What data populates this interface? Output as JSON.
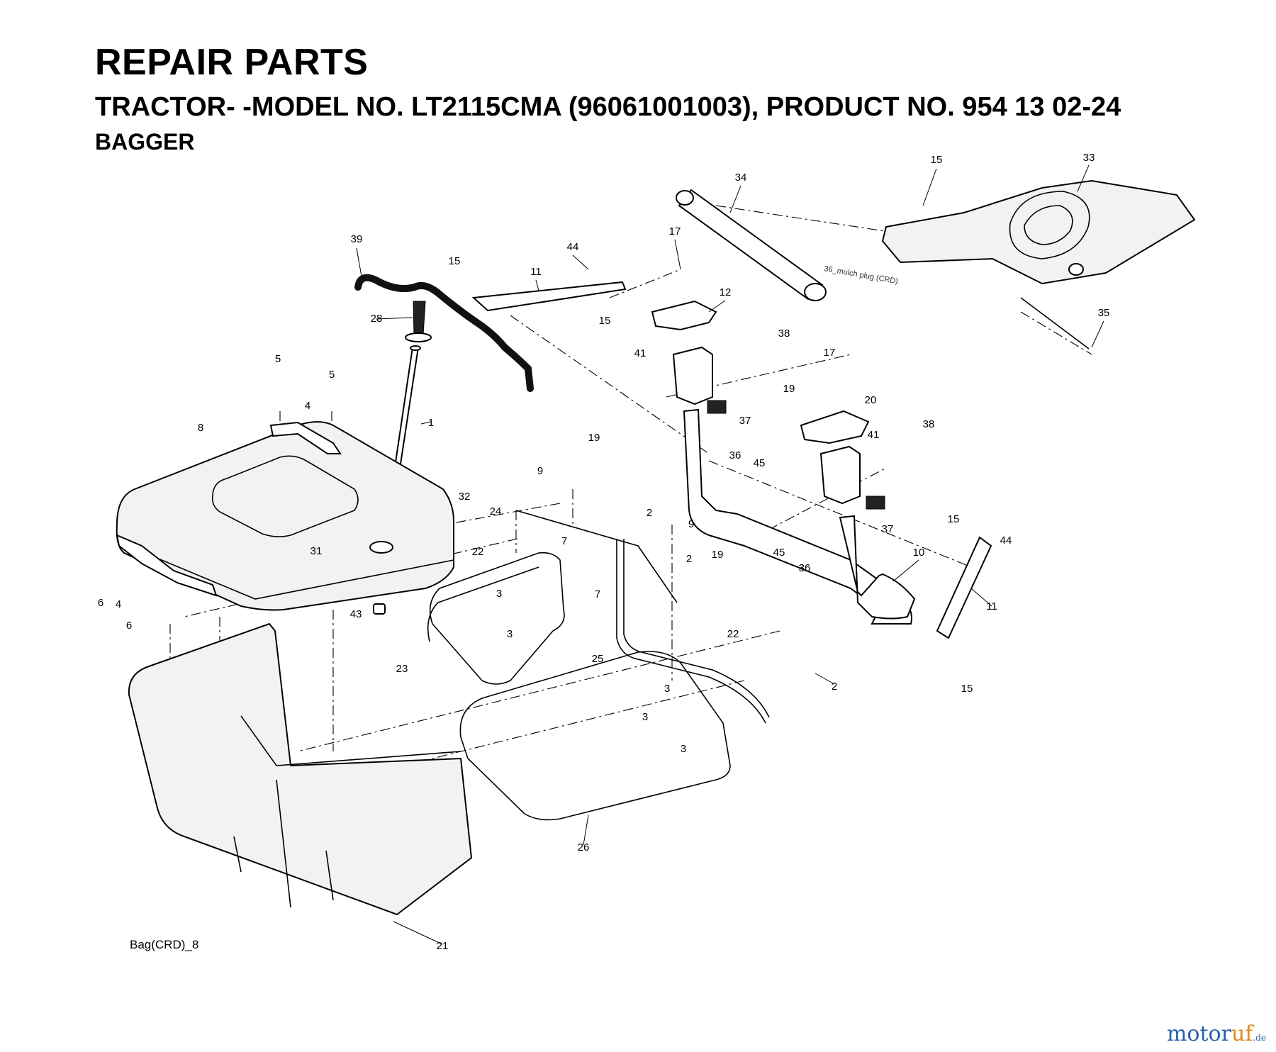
{
  "header": {
    "title": "REPAIR PARTS",
    "model_line": "TRACTOR- -MODEL NO. LT2115CMA (96061001003), PRODUCT NO. 954 13 02-24",
    "section": "BAGGER"
  },
  "diagram": {
    "drawing_code": "Bag(CRD)_8",
    "note": "36_mulch plug (CRD)",
    "callouts": [
      "34",
      "15",
      "33",
      "39",
      "44",
      "15",
      "11",
      "17",
      "12",
      "15",
      "35",
      "28",
      "38",
      "41",
      "17",
      "19",
      "1",
      "5",
      "5",
      "4",
      "8",
      "19",
      "37",
      "20",
      "38",
      "41",
      "9",
      "36",
      "45",
      "32",
      "24",
      "2",
      "9",
      "37",
      "31",
      "22",
      "7",
      "2",
      "15",
      "44",
      "19",
      "45",
      "36",
      "10",
      "6",
      "4",
      "3",
      "7",
      "3",
      "43",
      "6",
      "11",
      "22",
      "23",
      "25",
      "2",
      "3",
      "3",
      "3",
      "15",
      "26",
      "21"
    ]
  },
  "watermark": {
    "part1": "motor",
    "part2": "uf",
    "suffix": ".de"
  }
}
